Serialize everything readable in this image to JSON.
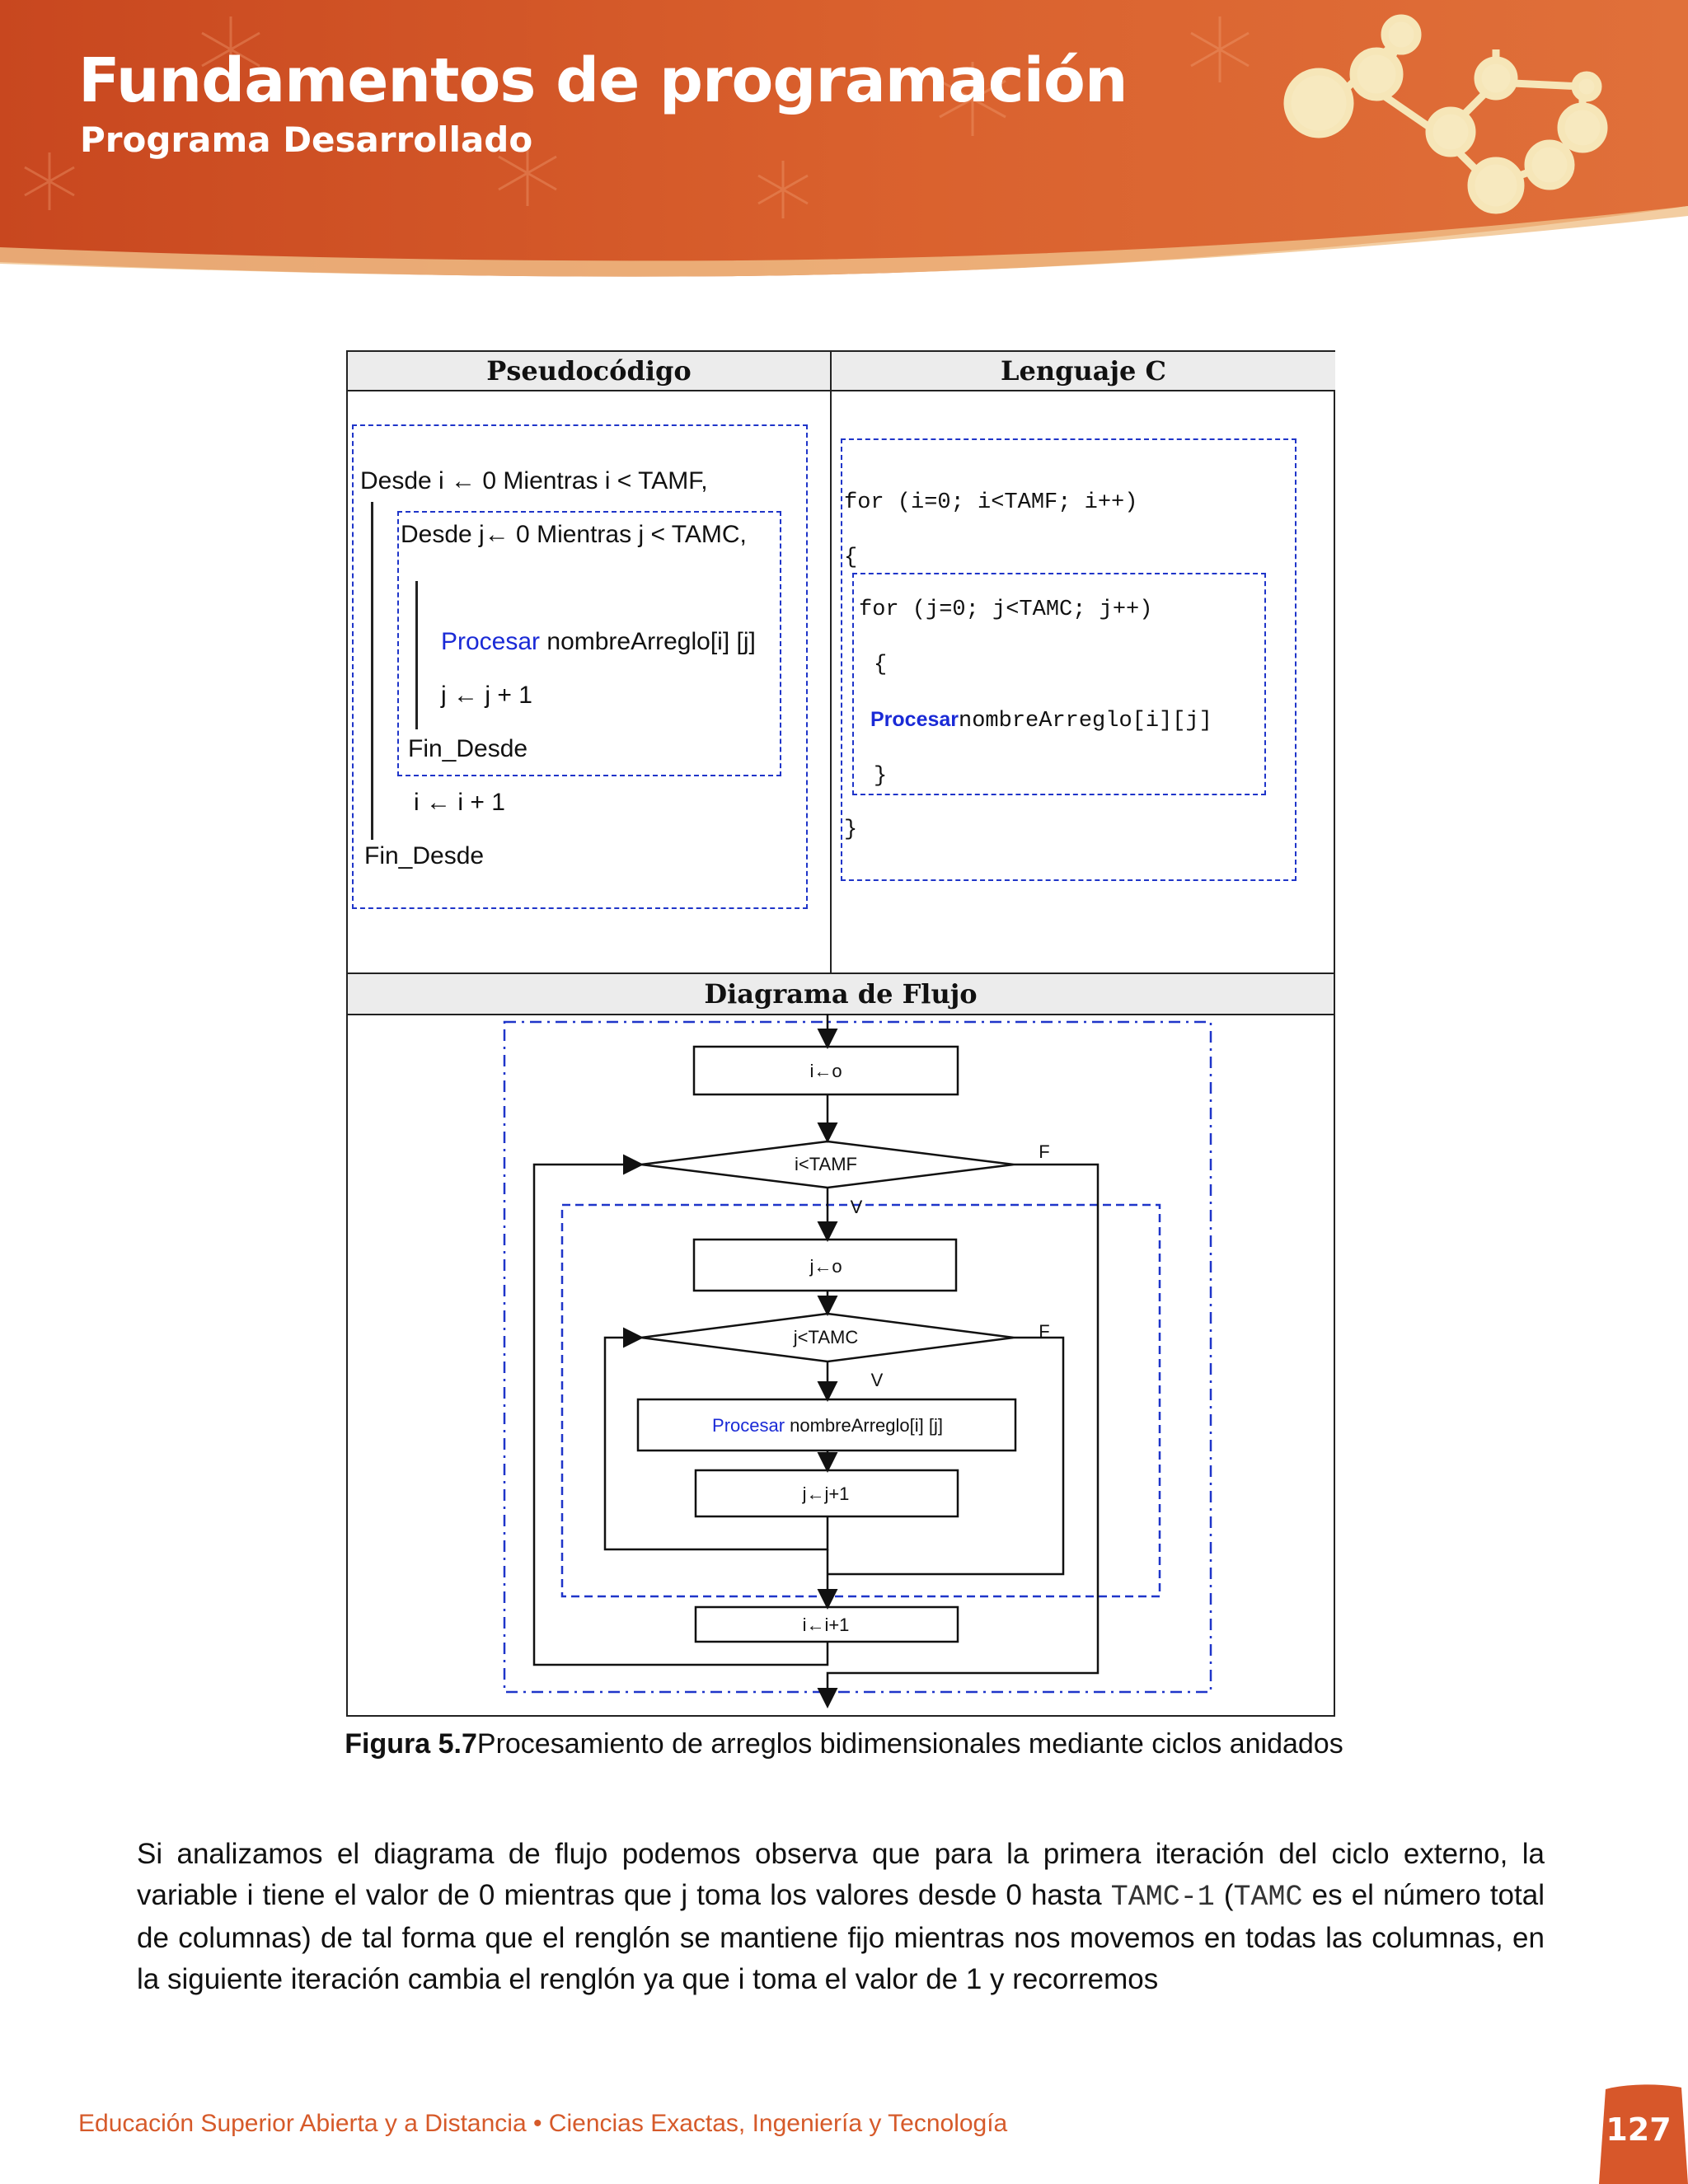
{
  "header": {
    "title": "Fundamentos de programación",
    "subtitle": "Programa Desarrollado"
  },
  "figure": {
    "col_pseudocode": "Pseudocódigo",
    "col_c": "Lenguaje C",
    "flow_header": "Diagrama de Flujo",
    "pseudocode": {
      "outer_start": "Desde i ← 0  Mientras i < TAMF,",
      "inner_start": "Desde j← 0  Mientras  j < TAMC,",
      "process_kw": "Procesar",
      "process_arg": "nombreArreglo[i] [j]",
      "inc_j": "j ← j + 1",
      "inner_end": "Fin_Desde",
      "inc_i": "i ← i + 1",
      "outer_end": "Fin_Desde"
    },
    "c_code": {
      "outer_for": "for (i=0; i<TAMF; i++)",
      "open_outer": "{",
      "inner_for": "for (j=0; j<TAMC; j++)",
      "open_inner": "{",
      "process_kw": "Procesar",
      "process_arg": "nombreArreglo[i][j]",
      "close_inner": "}",
      "close_outer": "}"
    },
    "flow": {
      "init_i": "i←o",
      "cond_outer": "i<TAMF",
      "false_outer": "F",
      "true_outer": "V",
      "init_j": "j←o",
      "cond_inner": "j<TAMC",
      "false_inner": "F",
      "true_inner": "V",
      "process_kw": "Procesar",
      "process_arg": "nombreArreglo[i] [j]",
      "inc_j": "j←j+1",
      "inc_i": "i←i+1"
    }
  },
  "caption": {
    "label": "Figura 5.7",
    "text": "Procesamiento de arreglos bidimensionales mediante ciclos anidados"
  },
  "body": {
    "p1": "Si analizamos el diagrama de flujo podemos observa que para la primera iteración del ciclo externo, la variable i tiene el valor de 0 mientras que j toma los valores desde 0 hasta ",
    "code1": "TAMC-1",
    "p2": " (",
    "code2": "TAMC",
    "p3": " es el número total de columnas) de tal forma que el renglón se mantiene fijo mientras nos movemos en todas las columnas, en la siguiente iteración cambia el renglón ya que i toma el valor de 1 y recorremos"
  },
  "footer": {
    "text": "Educación Superior Abierta y a Distancia • Ciencias Exactas, Ingeniería y Tecnología",
    "page": "127"
  },
  "colors": {
    "banner": "#d7572a",
    "dashed_border": "#1f35c9",
    "keyword_blue": "#1a2ad6",
    "footer_text": "#d65a2a"
  }
}
